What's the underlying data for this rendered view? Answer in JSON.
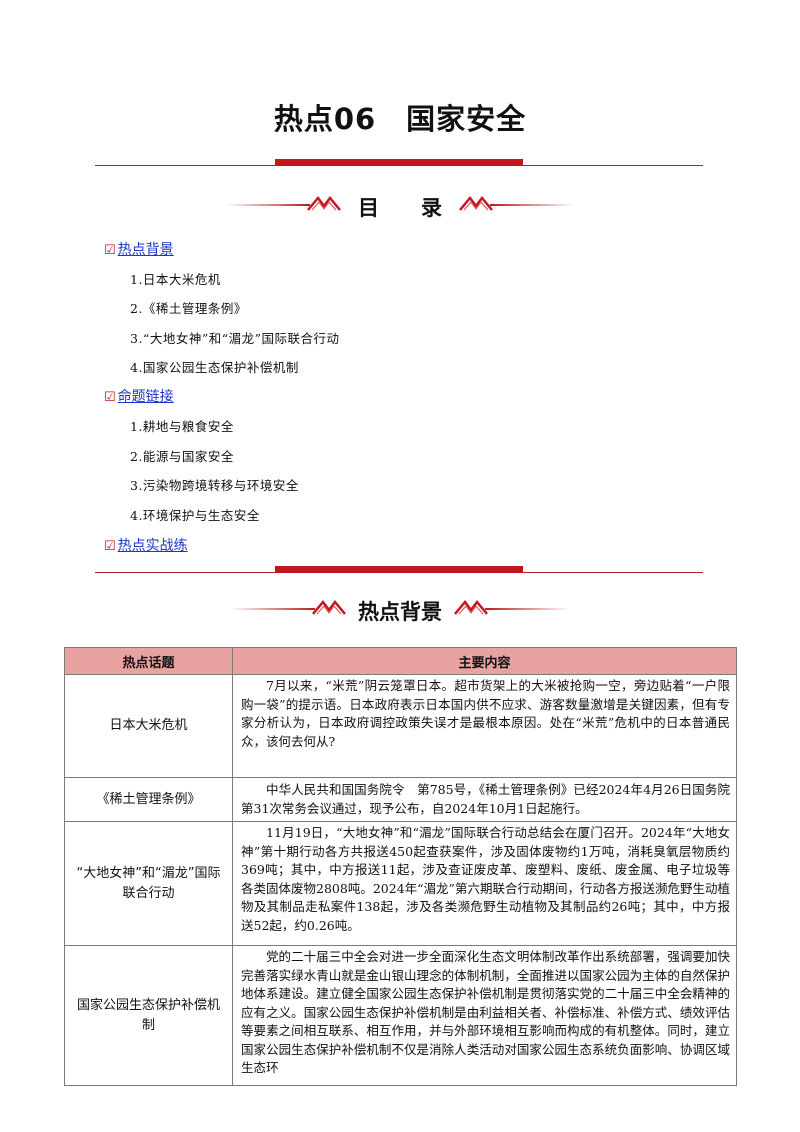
{
  "title": "热点06　国家安全",
  "toc_banner": "目　　录",
  "toc": {
    "sections": [
      {
        "label": "热点背景",
        "items": [
          "1.日本大米危机",
          "2.《稀土管理条例》",
          "3.“大地女神”和“湄龙”国际联合行动",
          "4.国家公园生态保护补偿机制"
        ]
      },
      {
        "label": "命题链接",
        "items": [
          "1.耕地与粮食安全",
          "2.能源与国家安全",
          "3.污染物跨境转移与环境安全",
          "4.环境保护与生态安全"
        ]
      },
      {
        "label": "热点实战练",
        "items": []
      }
    ],
    "check_glyph": "☑"
  },
  "section_banner": "热点背景",
  "table": {
    "headers": [
      "热点话题",
      "主要内容"
    ],
    "rows": [
      {
        "topic": "日本大米危机",
        "content": "7月以来，“米荒”阴云笼罩日本。超市货架上的大米被抢购一空，旁边贴着“一户限购一袋”的提示语。日本政府表示日本国内供不应求、游客数量激增是关键因素，但有专家分析认为，日本政府调控政策失误才是最根本原因。处在“米荒”危机中的日本普通民众，该何去何从?"
      },
      {
        "topic": "《稀土管理条例》",
        "content": "中华人民共和国国务院令　第785号，《稀土管理条例》已经2024年4月26日国务院第31次常务会议通过，现予公布，自2024年10月1日起施行。"
      },
      {
        "topic": "“大地女神”和“湄龙”国际联合行动",
        "content": "11月19日，“大地女神”和“湄龙”国际联合行动总结会在厦门召开。2024年“大地女神”第十期行动各方共报送450起查获案件，涉及固体废物约1万吨，消耗臭氧层物质约369吨；其中，中方报送11起，涉及查证废皮革、废塑料、废纸、废金属、电子垃圾等各类固体废物2808吨。2024年“湄龙”第六期联合行动期间，行动各方报送濒危野生动植物及其制品走私案件138起，涉及各类濒危野生动植物及其制品约26吨；其中，中方报送52起，约0.26吨。"
      },
      {
        "topic": "国家公园生态保护补偿机制",
        "content": "党的二十届三中全会对进一步全面深化生态文明体制改革作出系统部署，强调要加快完善落实绿水青山就是金山银山理念的体制机制，全面推进以国家公园为主体的自然保护地体系建设。建立健全国家公园生态保护补偿机制是贯彻落实党的二十届三中全会精神的应有之义。国家公园生态保护补偿机制是由利益相关者、补偿标准、补偿方式、绩效评估等要素之间相互联系、相互作用，并与外部环境相互影响而构成的有机整体。同时，建立国家公园生态保护补偿机制不仅是消除人类活动对国家公园生态系统负面影响、协调区域生态环"
      }
    ]
  },
  "colors": {
    "accent_red": "#c0181d",
    "link_blue": "#1a35c7",
    "header_fill": "#e8a3a1"
  }
}
